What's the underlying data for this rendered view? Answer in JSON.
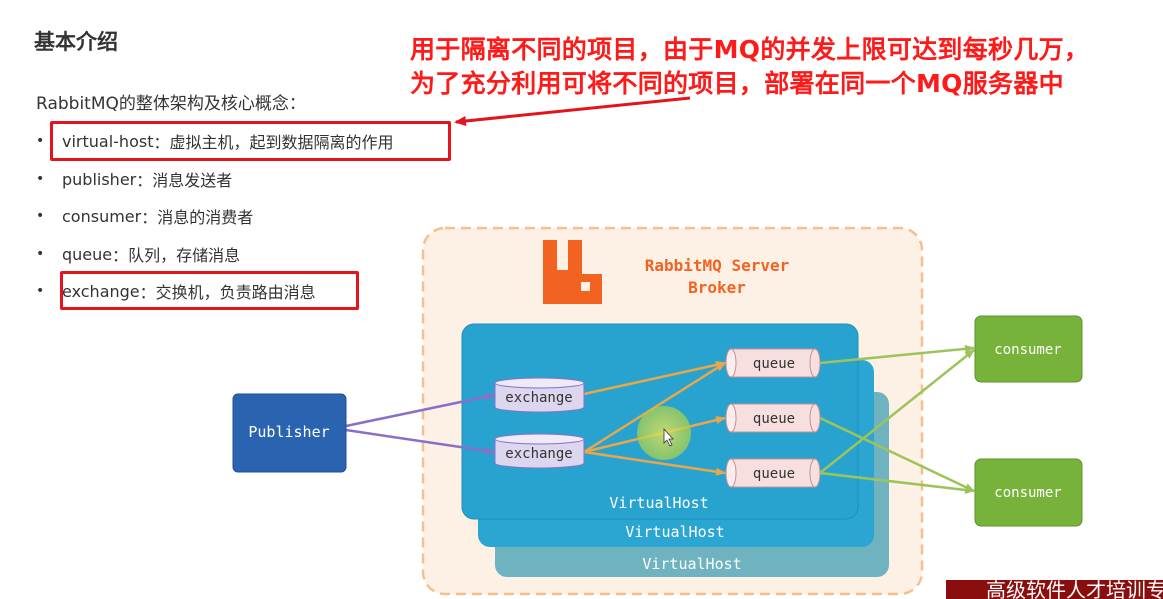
{
  "title": "基本介绍",
  "intro": "RabbitMQ的整体架构及核心概念：",
  "bullets": [
    {
      "term": "virtual-host",
      "desc": "：虚拟主机，起到数据隔离的作用"
    },
    {
      "term": "publisher",
      "desc": "：消息发送者"
    },
    {
      "term": "consumer",
      "desc": "：消息的消费者"
    },
    {
      "term": "queue",
      "desc": "：队列，存储消息"
    },
    {
      "term": "exchange",
      "desc": "：交换机，负责路由消息"
    }
  ],
  "annotation": {
    "line1": "用于隔离不同的项目，由于MQ的并发上限可达到每秒几万，",
    "line2": "为了充分利用可将不同的项目，部署在同一个MQ服务器中"
  },
  "diagram": {
    "server_line1": "RabbitMQ Server",
    "server_line2": "Broker",
    "publisher": "Publisher",
    "exchange": "exchange",
    "queue": "queue",
    "consumer": "consumer",
    "virtual_host": "VirtualHost"
  },
  "footer": "高级软件人才培训专",
  "colors": {
    "accent_red": "#e3141b",
    "rabbit_orange": "#f26322",
    "vhost_blue": "#2ba5d2",
    "publisher_blue": "#2a64b0",
    "consumer_green": "#77b33a"
  }
}
